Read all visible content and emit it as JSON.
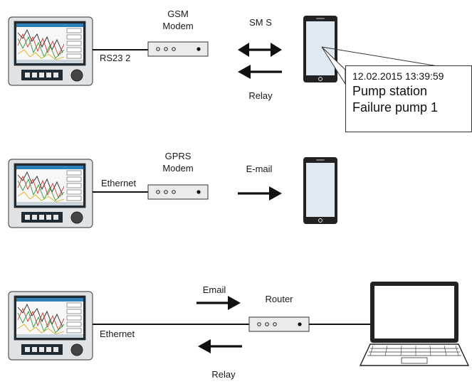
{
  "rows": [
    {
      "device_label_top": "GSM",
      "device_label_bottom": "Modem",
      "link_label": "RS23 2",
      "arrow_top_label": "SM S",
      "arrow_bottom_label": "Relay",
      "callout": {
        "timestamp": "12.02.2015 13:39:59",
        "line1": "Pump station",
        "line2": "Failure pump 1"
      }
    },
    {
      "device_label_top": "GPRS",
      "device_label_bottom": "Modem",
      "link_label": "Ethernet",
      "arrow_top_label": "E-mail"
    },
    {
      "device_label": "Router",
      "link_label": "Ethernet",
      "arrow_top_label": "Email",
      "arrow_bottom_label": "Relay"
    }
  ]
}
